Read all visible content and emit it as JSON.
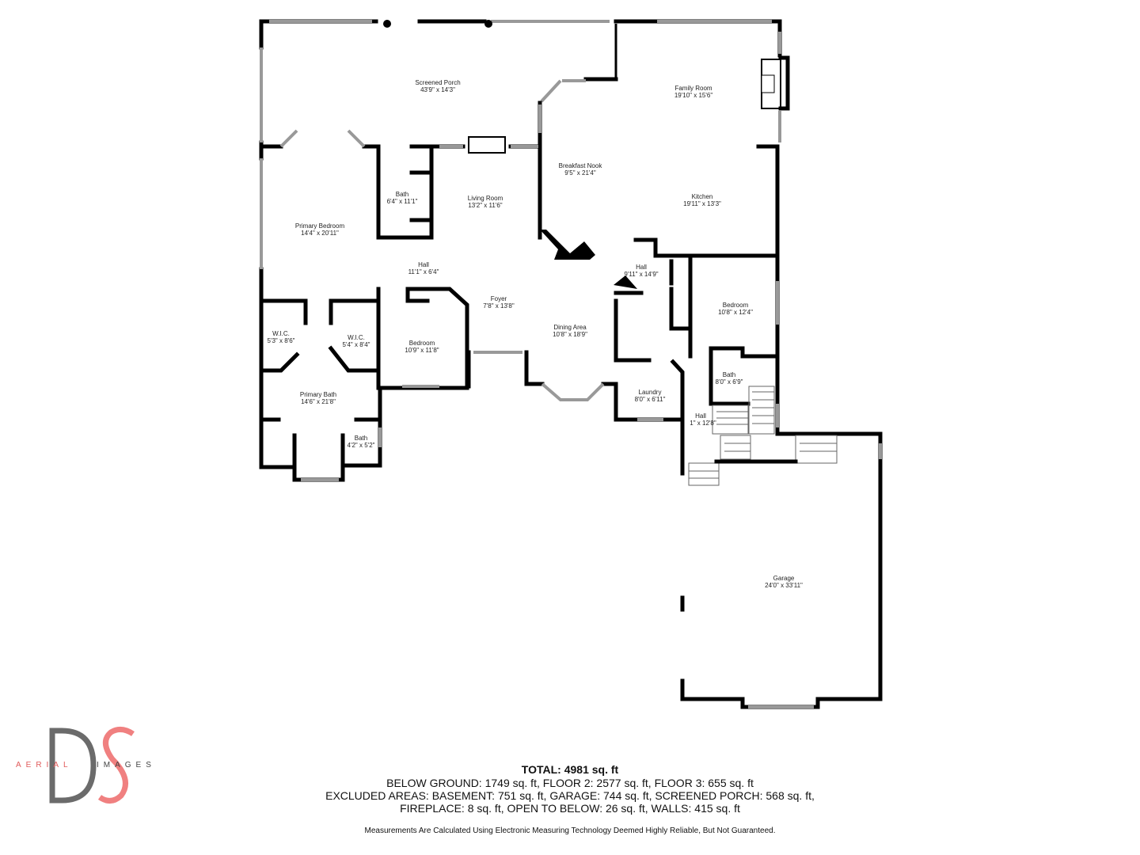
{
  "rooms": [
    {
      "name": "Screened Porch",
      "dims": "43'9\" x 14'3\""
    },
    {
      "name": "Family Room",
      "dims": "19'10\" x 15'6\""
    },
    {
      "name": "Breakfast Nook",
      "dims": "9'5\" x 21'4\""
    },
    {
      "name": "Kitchen",
      "dims": "19'11\" x 13'3\""
    },
    {
      "name": "Bath",
      "dims": "6'4\" x 11'1\""
    },
    {
      "name": "Living Room",
      "dims": "13'2\" x 11'6\""
    },
    {
      "name": "Primary Bedroom",
      "dims": "14'4\" x 20'11\""
    },
    {
      "name": "Hall",
      "dims": "11'1\" x 6'4\""
    },
    {
      "name": "Hall",
      "dims": "9'11\" x 14'9\""
    },
    {
      "name": "Foyer",
      "dims": "7'8\" x 13'8\""
    },
    {
      "name": "Dining Area",
      "dims": "10'8\" x 18'9\""
    },
    {
      "name": "Bedroom",
      "dims": "10'8\" x 12'4\""
    },
    {
      "name": "W.I.C.",
      "dims": "5'3\" x 8'6\""
    },
    {
      "name": "W.I.C.",
      "dims": "5'4\" x 8'4\""
    },
    {
      "name": "Bedroom",
      "dims": "10'9\" x 11'8\""
    },
    {
      "name": "Primary Bath",
      "dims": "14'6\" x 21'8\""
    },
    {
      "name": "Bath",
      "dims": "4'2\" x 5'2\""
    },
    {
      "name": "Laundry",
      "dims": "8'0\" x 6'11\""
    },
    {
      "name": "Bath",
      "dims": "8'0\" x 6'9\""
    },
    {
      "name": "Hall",
      "dims": "1\" x 12'8\""
    },
    {
      "name": "Garage",
      "dims": "24'0\" x 33'11\""
    }
  ],
  "logo": {
    "letters": "DS",
    "text_left": "AERIAL",
    "text_right": "IMAGES",
    "colors": {
      "gray": "#6b6b6b",
      "pink": "#f08080"
    }
  },
  "summary": {
    "total": "TOTAL: 4981 sq. ft",
    "line1": "BELOW GROUND: 1749 sq. ft, FLOOR 2: 2577 sq. ft, FLOOR 3: 655 sq. ft",
    "line2": "EXCLUDED AREAS: BASEMENT: 751 sq. ft, GARAGE: 744 sq. ft, SCREENED PORCH: 568 sq. ft,",
    "line3": "FIREPLACE: 8 sq. ft, OPEN TO BELOW: 26 sq. ft, WALLS: 415 sq. ft",
    "disclaimer": "Measurements Are Calculated Using Electronic Measuring Technology Deemed Highly Reliable, But Not Guaranteed."
  }
}
